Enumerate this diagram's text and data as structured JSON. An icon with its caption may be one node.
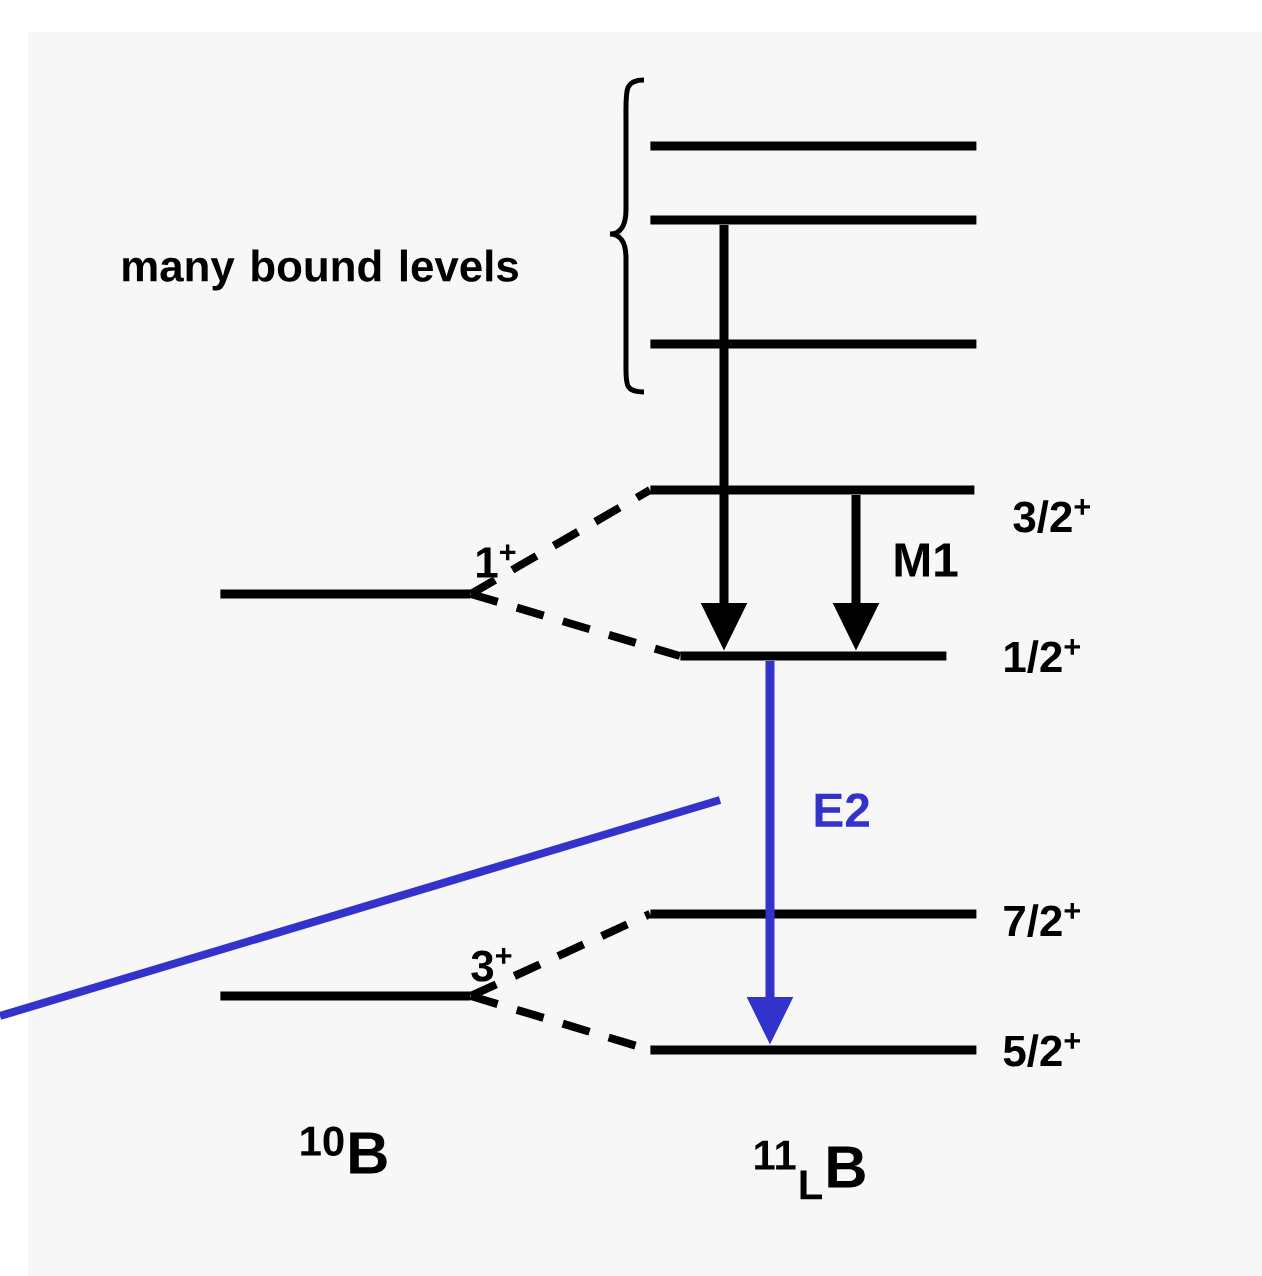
{
  "diagram": {
    "nodes": [
      {
        "text": [
          "1$^{+}$"
        ]
      },
      {
        "text": [
          "3$^{+}$"
        ]
      },
      {
        "text": [
          "3/2$^{+}$"
        ]
      },
      {
        "text": [
          "1/2$^{+}$"
        ]
      },
      {
        "text": [
          "7/2$^{+}$"
        ]
      },
      {
        "text": [
          "5/2$^{+}$"
        ]
      },
      {
        "text": [],
        "shape": "bar"
      },
      {
        "text": [],
        "shape": "bar"
      },
      {
        "text": [],
        "shape": "bar"
      }
    ],
    "edges": [
      {
        "from": 0,
        "to": 2,
        "arrow": "none",
        "style": "dashed"
      },
      {
        "from": 0,
        "to": 3,
        "arrow": "none",
        "style": "dashed"
      },
      {
        "from": 1,
        "to": 4,
        "arrow": "none",
        "style": "dashed"
      },
      {
        "from": 1,
        "to": 5,
        "arrow": "none",
        "style": "dashed"
      },
      {
        "from": 7,
        "to": 3,
        "arrow": "to"
      },
      {
        "from": 2,
        "to": 3,
        "arrow": "to",
        "label": "M1"
      },
      {
        "from": 3,
        "to": 5,
        "arrow": "to",
        "label": "E2",
        "color": "#3333cc"
      }
    ],
    "labels": [
      "many bound levels",
      "$^{10}$B",
      "$^{11}$$_{L}$B"
    ]
  }
}
